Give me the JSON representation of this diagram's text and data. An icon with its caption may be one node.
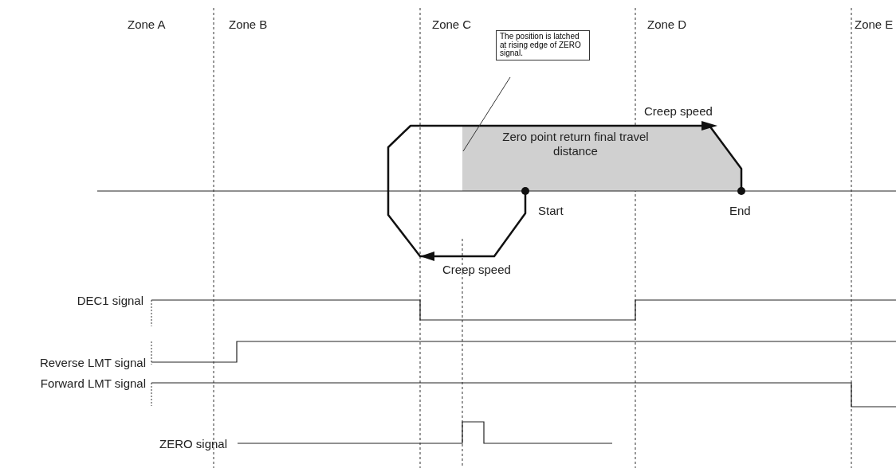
{
  "diagram": {
    "nodes": [
      {
        "text": [
          "The position is latched at rising edge of ZERO signal."
        ]
      },
      {
        "text": [],
        "shape": "box"
      }
    ],
    "edges": [
      {
        "from": 0,
        "to": 1,
        "arrow": "none"
      }
    ],
    "labels": [
      "Zone A",
      "Zone B",
      "Zone C",
      "Zone D",
      "Zone E",
      "Creep speed",
      "Zero point return final travel distance",
      "Start",
      "End",
      "Creep speed",
      "DEC1 signal",
      "Reverse LMT signal",
      "Forward LMT signal",
      "ZERO signal"
    ]
  }
}
